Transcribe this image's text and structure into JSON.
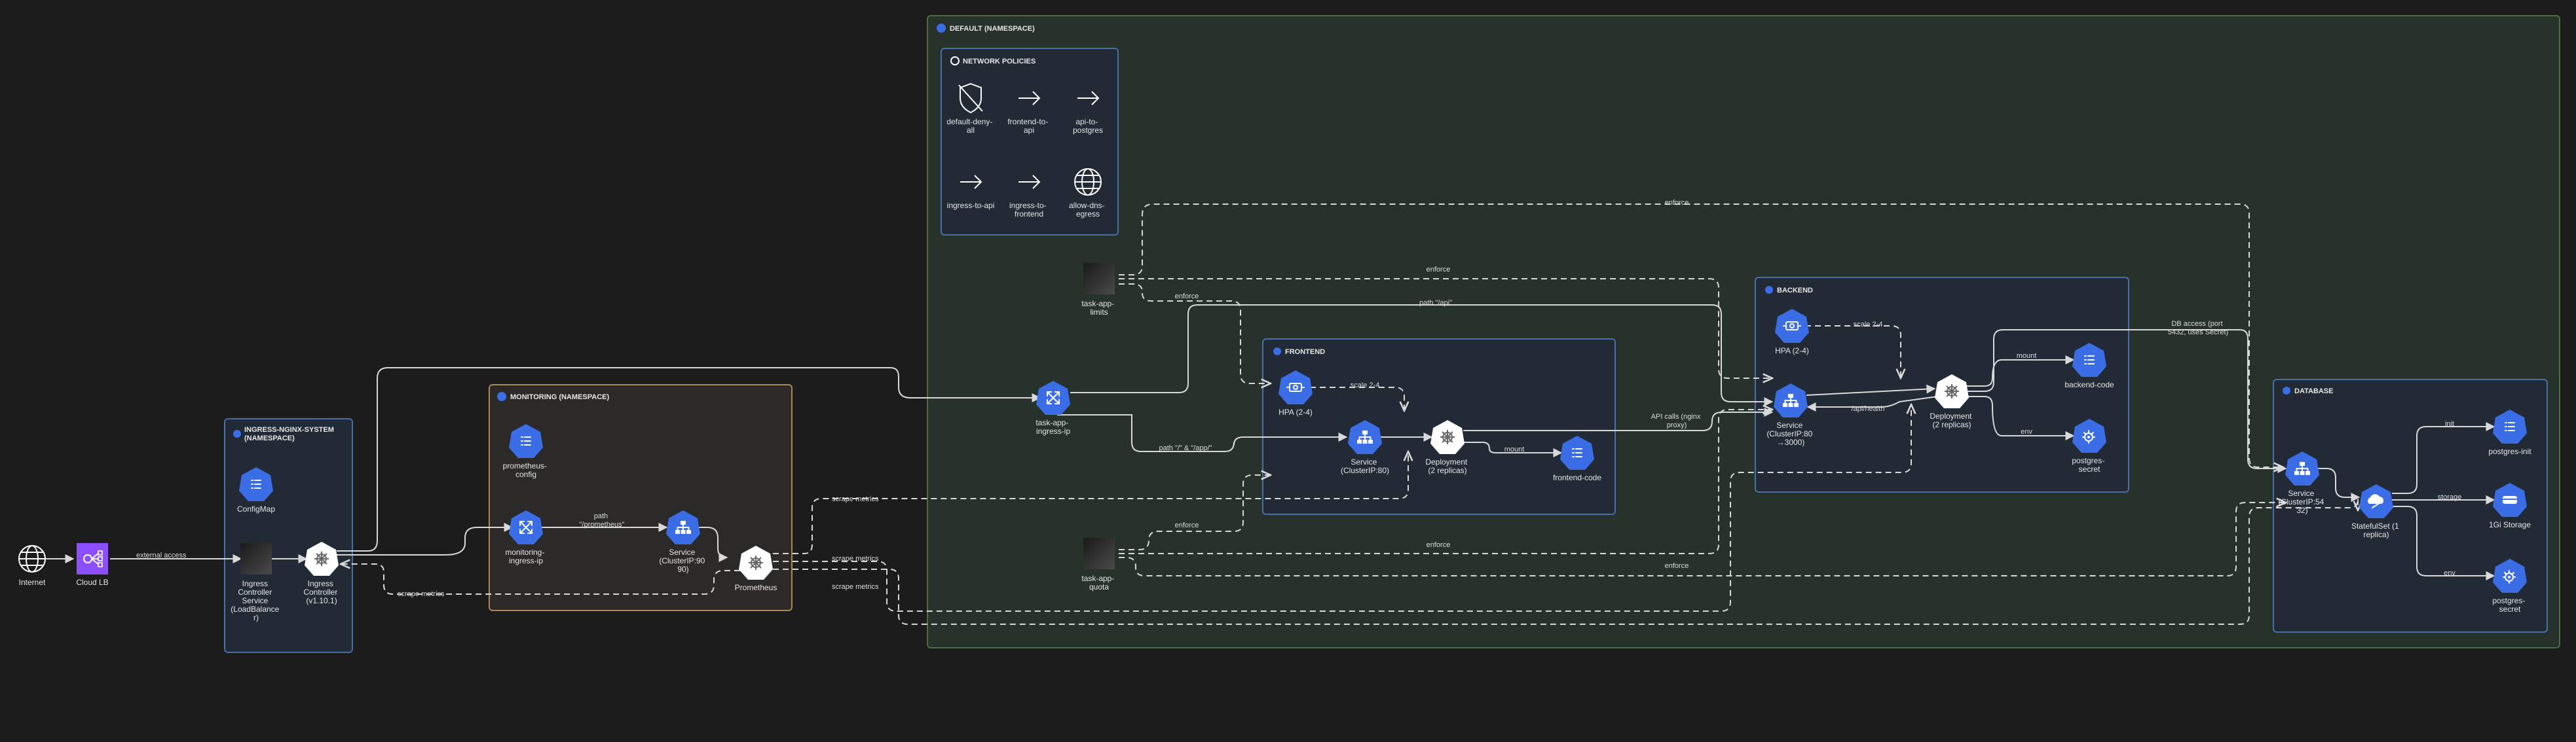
{
  "groups": {
    "ingress_ns": "INGRESS-NGINX-SYSTEM (NAMESPACE)",
    "monitoring_ns": "MONITORING (NAMESPACE)",
    "default_ns": "DEFAULT (NAMESPACE)",
    "network_policies": "NETWORK POLICIES",
    "frontend": "FRONTEND",
    "backend": "BACKEND",
    "database": "DATABASE"
  },
  "nodes": {
    "internet": "Internet",
    "cloud_lb": "Cloud LB",
    "configmap": "ConfigMap",
    "ingress_service": [
      "Ingress",
      "Controller",
      "Service",
      "(LoadBalance",
      "r)"
    ],
    "ingress_controller": [
      "Ingress",
      "Controller",
      "(v1.10.1)"
    ],
    "prometheus_config": [
      "prometheus-",
      "config"
    ],
    "monitoring_ingress": [
      "monitoring-",
      "ingress-ip"
    ],
    "mon_service": [
      "Service",
      "(ClusterIP:90",
      "90)"
    ],
    "prometheus": "Prometheus",
    "np_default_deny": [
      "default-deny-",
      "all"
    ],
    "np_frontend_to_api": [
      "frontend-to-",
      "api"
    ],
    "np_api_to_postgres": [
      "api-to-",
      "postgres"
    ],
    "np_ingress_to_api": "ingress-to-api",
    "np_ingress_to_frontend": [
      "ingress-to-",
      "frontend"
    ],
    "np_allow_dns": [
      "allow-dns-",
      "egress"
    ],
    "task_limits": [
      "task-app-",
      "limits"
    ],
    "task_ingress": [
      "task-app-",
      "ingress-ip"
    ],
    "task_quota": [
      "task-app-",
      "quota"
    ],
    "fe_hpa": "HPA (2-4)",
    "fe_service": [
      "Service",
      "(ClusterIP:80)"
    ],
    "fe_deployment": [
      "Deployment",
      "(2 replicas)"
    ],
    "fe_code": "frontend-code",
    "be_hpa": "HPA (2-4)",
    "be_service": [
      "Service",
      "(ClusterIP:80",
      "→3000)"
    ],
    "be_deployment": [
      "Deployment",
      "(2 replicas)"
    ],
    "be_code": "backend-code",
    "be_secret": [
      "postgres-",
      "secret"
    ],
    "db_service": [
      "Service",
      "(ClusterIP:54",
      "32)"
    ],
    "db_statefulset": [
      "StatefulSet (1",
      "replica)"
    ],
    "db_init": "postgres-init",
    "db_storage": "1Gi Storage",
    "db_secret": [
      "postgres-",
      "secret"
    ]
  },
  "edges": {
    "external_access": "external access",
    "path_prometheus": [
      "path",
      "\"/prometheus\""
    ],
    "scrape_metrics": "scrape metrics",
    "path_api": "path \"/api\"",
    "path_root_app": "path \"/\" & \"/app/\"",
    "enforce": "enforce",
    "scale": "scale 2-4",
    "mount": "mount",
    "api_calls": [
      "API calls (nginx",
      "proxy)"
    ],
    "health": "/api/health",
    "env": "env",
    "db_access": [
      "DB access (port",
      "5432, uses Secret)"
    ],
    "init": "init",
    "storage": "storage"
  },
  "colors": {
    "background": "#1c1c1c",
    "namespace_green": "#4f6b45",
    "monitoring_gold": "#a98a55",
    "ingress_blue": "#4a6ea8",
    "k8s_blue": "#3b6ee6",
    "aws_purple": "#8c4fff"
  }
}
